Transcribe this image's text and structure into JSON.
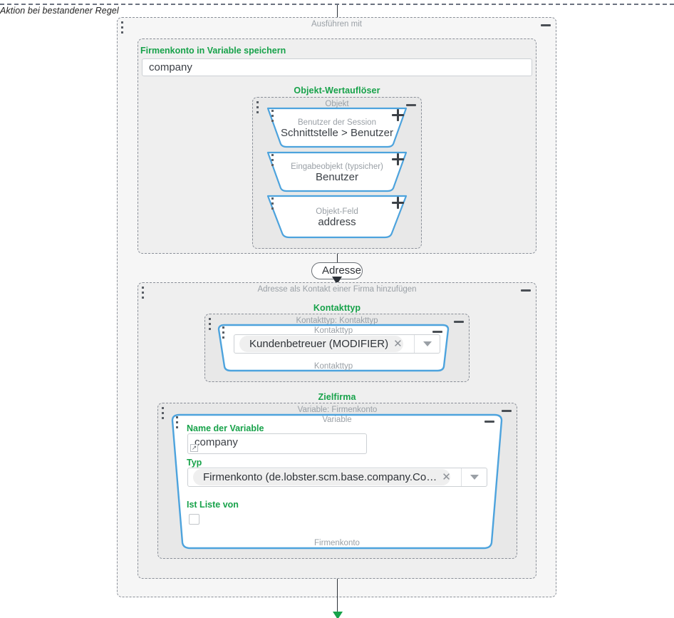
{
  "canvas": {
    "rule_caption": "Aktion bei bestandener Regel"
  },
  "accent": {
    "green": "#17a24a",
    "blue": "#4da3dd",
    "muted": "#9aa0a6"
  },
  "outer_group": {
    "title": "Ausführen mit",
    "collapse_label": "−",
    "field": {
      "label": "Firmenkonto in Variable speichern",
      "value": "company"
    },
    "resolver": {
      "section_label": "Objekt-Wertauflöser",
      "group_title": "Objekt",
      "nodes": [
        {
          "sub": "Benutzer der Session",
          "main": "Schnittstelle > Benutzer"
        },
        {
          "sub": "Eingabeobjekt (typsicher)",
          "main": "Benutzer"
        },
        {
          "sub": "Objekt-Feld",
          "main": "address"
        }
      ]
    }
  },
  "connector": {
    "pill_label": "Adresse"
  },
  "contact_group": {
    "title": "Adresse als Kontakt einer Firma hinzufügen",
    "kontakttyp": {
      "section_label": "Kontakttyp",
      "outer_title": "Kontakttyp: Kontakttyp",
      "node_title": "Kontakttyp",
      "node_footer": "Kontakttyp",
      "select": {
        "tag": "Kundenbetreuer (MODIFIER)",
        "remove": "✕"
      }
    },
    "zielfirma": {
      "section_label": "Zielfirma",
      "outer_title": "Variable: Firmenkonto",
      "node_title": "Variable",
      "node_footer": "Firmenkonto",
      "name_field": {
        "label": "Name der Variable",
        "value": "company"
      },
      "type_field": {
        "label": "Typ",
        "tag": "Firmenkonto (de.lobster.scm.base.company.Co…",
        "remove": "✕"
      },
      "list_field": {
        "label": "Ist Liste von",
        "checked": false
      }
    }
  }
}
